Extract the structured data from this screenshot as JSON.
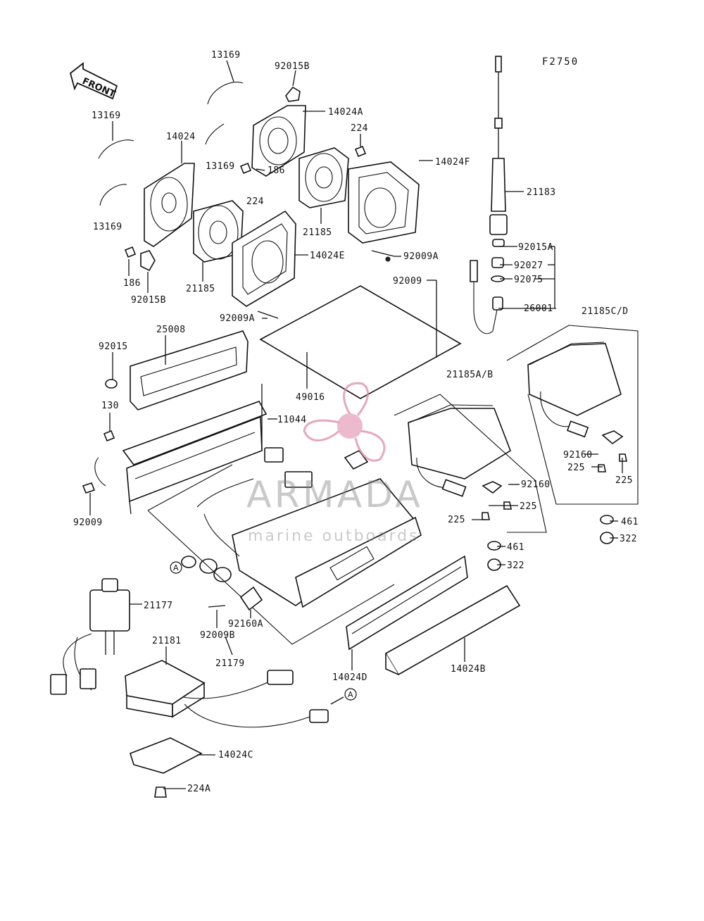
{
  "figure": {
    "code": "F2750",
    "front_label": "FRONT",
    "callout_ref": "A"
  },
  "labels": {
    "l_13169_a": "13169",
    "l_92015B_a": "92015B",
    "l_14024A": "14024A",
    "l_13169_b": "13169",
    "l_14024": "14024",
    "l_224_a": "224",
    "l_13169_c": "13169",
    "l_14024F": "14024F",
    "l_186_a": "186",
    "l_224_b": "224",
    "l_21183": "21183",
    "l_13169_d": "13169",
    "l_21185_a": "21185",
    "l_92015A": "92015A",
    "l_14024E": "14024E",
    "l_92009A_a": "92009A",
    "l_92027": "92027",
    "l_186_b": "186",
    "l_21185_b": "21185",
    "l_92009_a": "92009",
    "l_92075": "92075",
    "l_92015B_b": "92015B",
    "l_92009A_b": "92009A",
    "l_26001": "26001",
    "l_21185CD": "21185C/D",
    "l_25008": "25008",
    "l_92015": "92015",
    "l_21185AB": "21185A/B",
    "l_49016": "49016",
    "l_130": "130",
    "l_11044": "11044",
    "l_92160_a": "92160",
    "l_225_a": "225",
    "l_225_b": "225",
    "l_92160_b": "92160",
    "l_92009_b": "92009",
    "l_225_c": "225",
    "l_225_d": "225",
    "l_461_a": "461",
    "l_322_a": "322",
    "l_461_b": "461",
    "l_322_b": "322",
    "l_21177": "21177",
    "l_92160A": "92160A",
    "l_92009B": "92009B",
    "l_21181": "21181",
    "l_21179": "21179",
    "l_14024D": "14024D",
    "l_14024B": "14024B",
    "l_14024C": "14024C",
    "l_224A": "224A"
  },
  "watermark": {
    "brand": "ARMADA",
    "tagline": "marine outboards",
    "logo_color": "#e08aa8"
  }
}
